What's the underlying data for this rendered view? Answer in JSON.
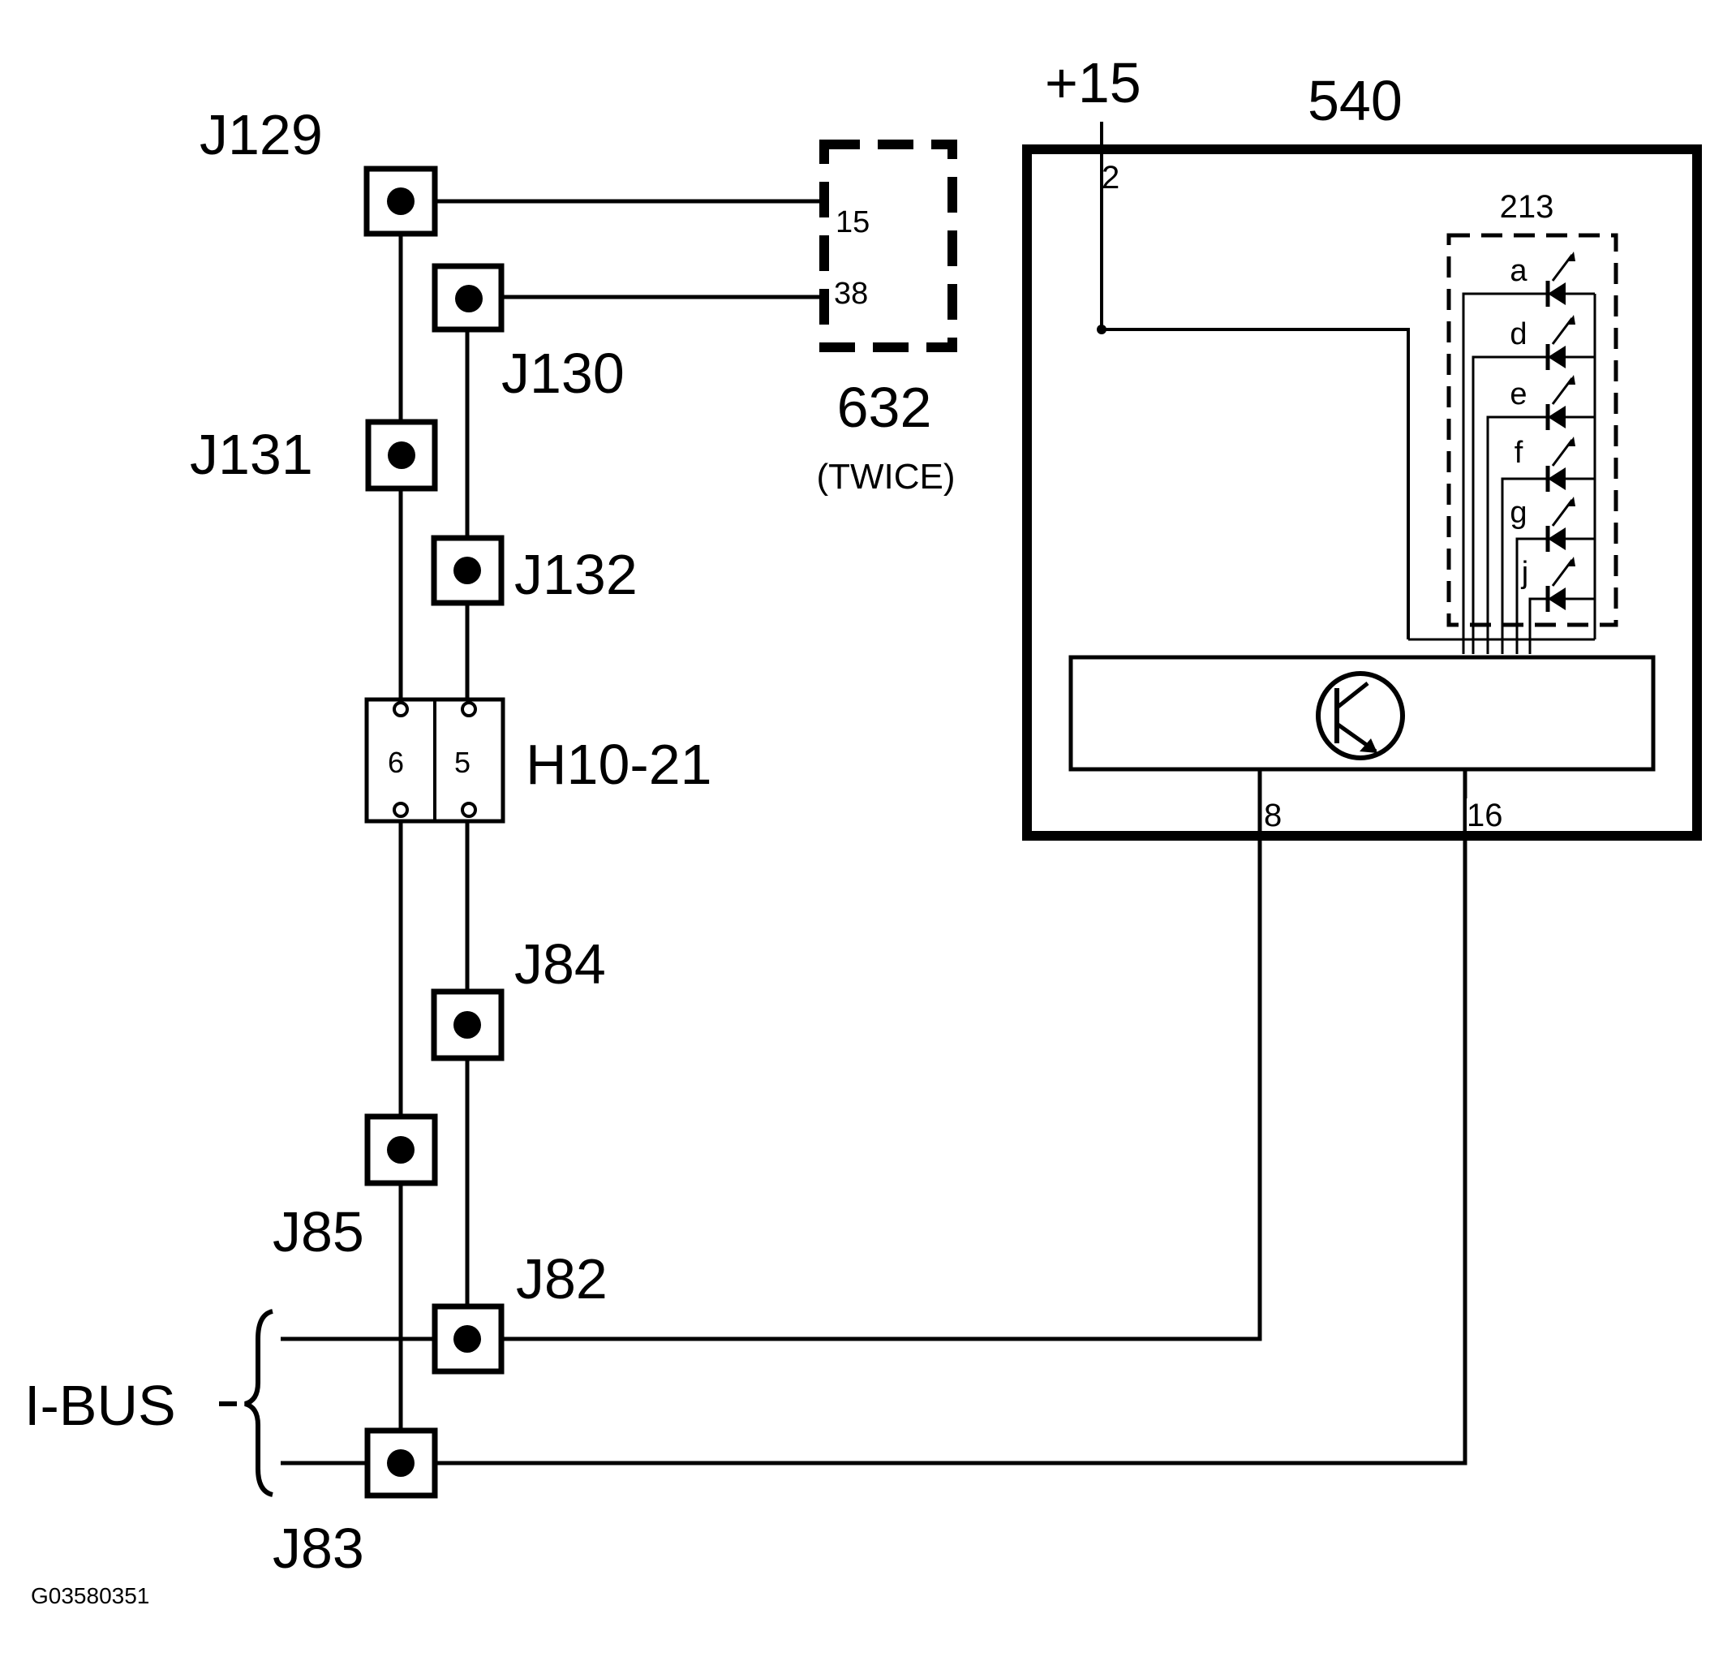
{
  "connectors": {
    "j129": "J129",
    "j130": "J130",
    "j131": "J131",
    "j132": "J132",
    "j84": "J84",
    "j85": "J85",
    "j82": "J82",
    "j83": "J83"
  },
  "splice": {
    "label": "H10-21",
    "pin_left": "6",
    "pin_right": "5"
  },
  "component_632": {
    "label": "632",
    "note": "(TWICE)",
    "pin_upper": "15",
    "pin_lower": "38"
  },
  "component_540": {
    "label": "540",
    "supply_label": "+15",
    "supply_pin": "2",
    "pin_left": "8",
    "pin_right": "16"
  },
  "led_group": {
    "label": "213",
    "leds": [
      "a",
      "d",
      "e",
      "f",
      "g",
      "j"
    ]
  },
  "bus_label": "I-BUS",
  "figure_id": "G03580351"
}
